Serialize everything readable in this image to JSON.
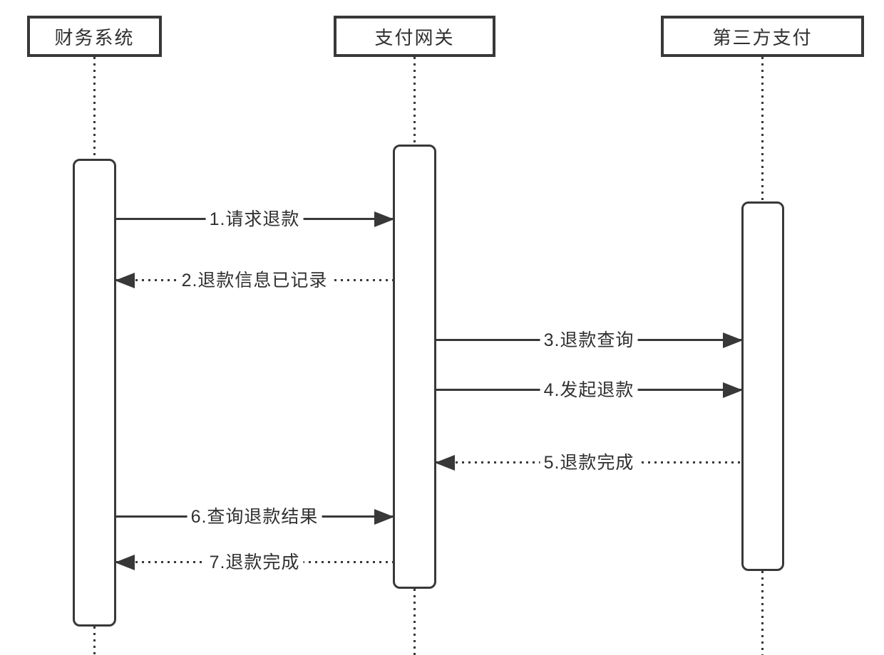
{
  "diagram": {
    "type": "sequence-diagram",
    "background_color": "#ffffff",
    "stroke_color": "#383838",
    "text_color": "#303030",
    "participants": [
      {
        "id": "finance-system",
        "label": "财务系统"
      },
      {
        "id": "payment-gateway",
        "label": "支付网关"
      },
      {
        "id": "third-party-payment",
        "label": "第三方支付"
      }
    ],
    "messages": [
      {
        "seq": 1,
        "label": "1.请求退款",
        "from": "财务系统",
        "to": "支付网关",
        "line_style": "solid",
        "direction": "right"
      },
      {
        "seq": 2,
        "label": "2.退款信息已记录",
        "from": "支付网关",
        "to": "财务系统",
        "line_style": "dotted",
        "direction": "left"
      },
      {
        "seq": 3,
        "label": "3.退款查询",
        "from": "支付网关",
        "to": "第三方支付",
        "line_style": "solid",
        "direction": "right"
      },
      {
        "seq": 4,
        "label": "4.发起退款",
        "from": "支付网关",
        "to": "第三方支付",
        "line_style": "solid",
        "direction": "right"
      },
      {
        "seq": 5,
        "label": "5.退款完成",
        "from": "第三方支付",
        "to": "支付网关",
        "line_style": "dotted",
        "direction": "left"
      },
      {
        "seq": 6,
        "label": "6.查询退款结果",
        "from": "财务系统",
        "to": "支付网关",
        "line_style": "solid",
        "direction": "right"
      },
      {
        "seq": 7,
        "label": "7.退款完成",
        "from": "支付网关",
        "to": "财务系统",
        "line_style": "dotted",
        "direction": "left"
      }
    ]
  }
}
